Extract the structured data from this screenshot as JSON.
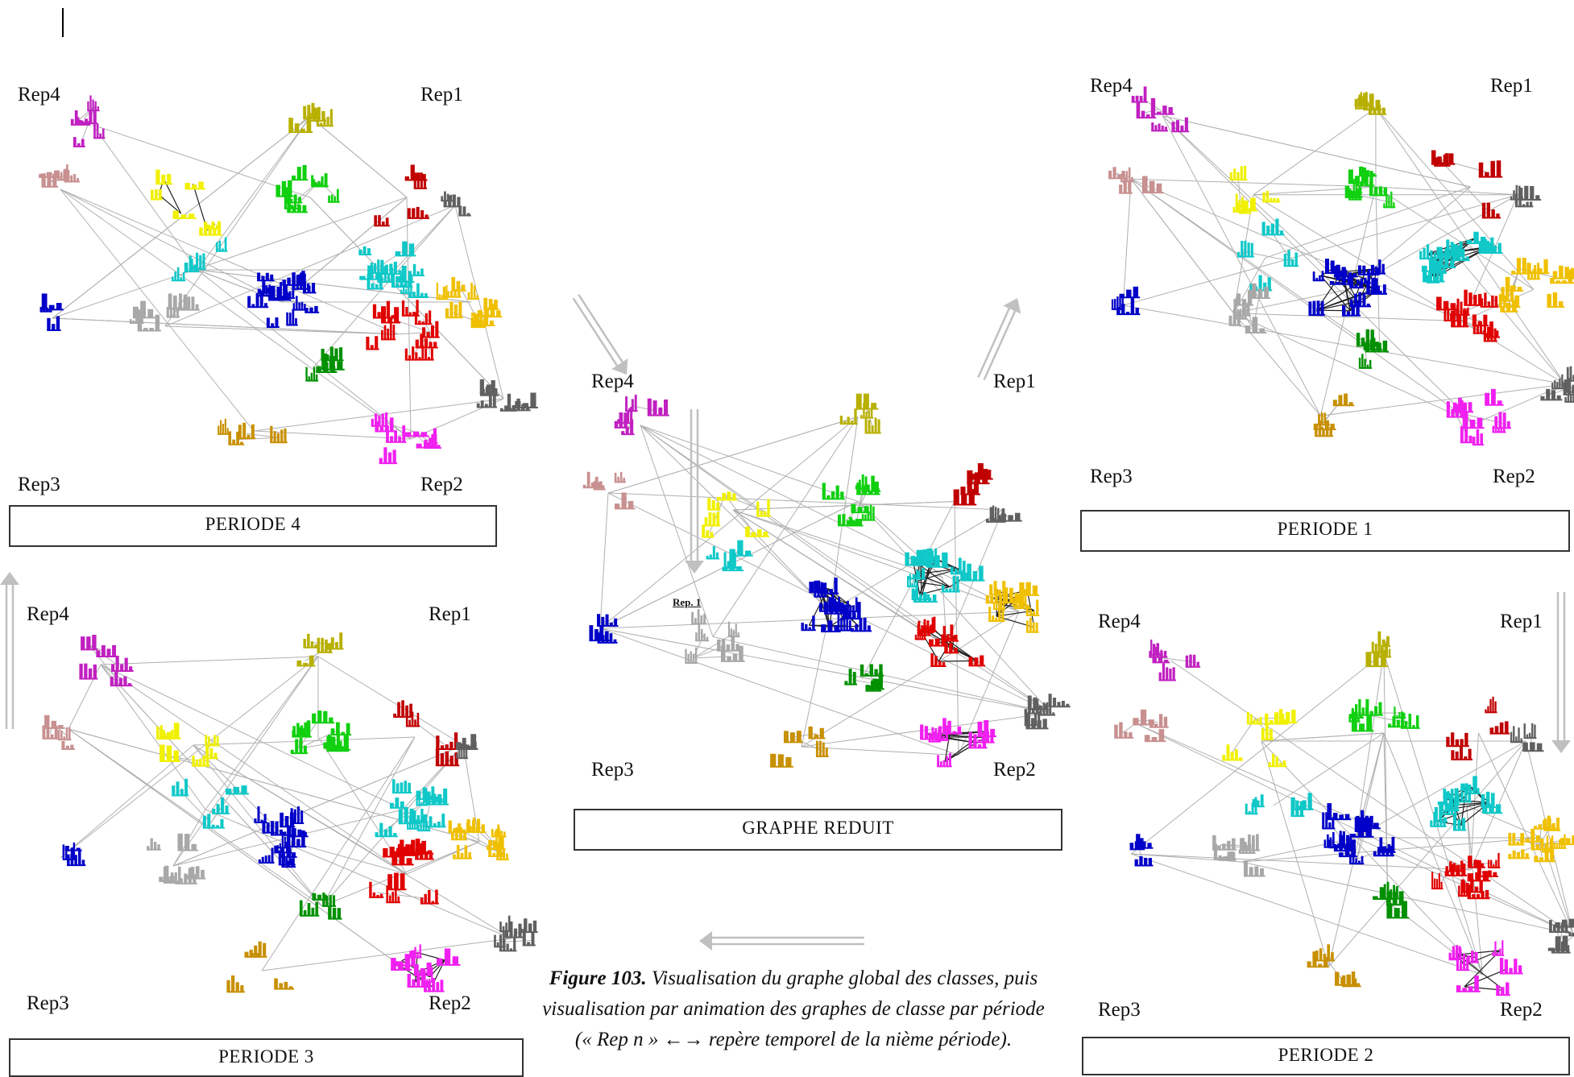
{
  "panels": {
    "p4": {
      "label": "PERIODE 4",
      "rep1": "Rep1",
      "rep2": "Rep2",
      "rep3": "Rep3",
      "rep4": "Rep4"
    },
    "p1": {
      "label": "PERIODE 1",
      "rep1": "Rep1",
      "rep2": "Rep2",
      "rep3": "Rep3",
      "rep4": "Rep4"
    },
    "p3": {
      "label": "PERIODE 3",
      "rep1": "Rep1",
      "rep2": "Rep2",
      "rep3": "Rep3",
      "rep4": "Rep4"
    },
    "p2": {
      "label": "PERIODE 2",
      "rep1": "Rep1",
      "rep2": "Rep2",
      "rep3": "Rep3",
      "rep4": "Rep4"
    },
    "center": {
      "label": "GRAPHE REDUIT",
      "rep1": "Rep1",
      "rep2": "Rep2",
      "rep3": "Rep3",
      "rep4": "Rep4",
      "ref_label": "Rep. 1"
    }
  },
  "caption": {
    "prefix": "Figure 103.",
    "line1": " Visualisation du graphe global des classes, puis",
    "line2": "visualisation par animation des graphes de classe par période",
    "line3": "(« Rep n » ←→ repère temporel de la nième période)."
  },
  "colors": {
    "magenta": "#c020c0",
    "rose": "#c89090",
    "olive": "#b8b000",
    "green": "#10d010",
    "darkred": "#c00000",
    "gray": "#606060",
    "yellow": "#f0f000",
    "cyan": "#10c8c8",
    "blue": "#0000c8",
    "orange": "#f0c000",
    "red": "#e00000",
    "pink": "#f020f0",
    "gold": "#c89000",
    "darkgreen": "#009000",
    "silver": "#a8a8a8",
    "pinklight": "#f0a0a0",
    "edge": "#b0b0b0",
    "edgeDark": "#202020",
    "arrow": "#c0c0c0"
  }
}
